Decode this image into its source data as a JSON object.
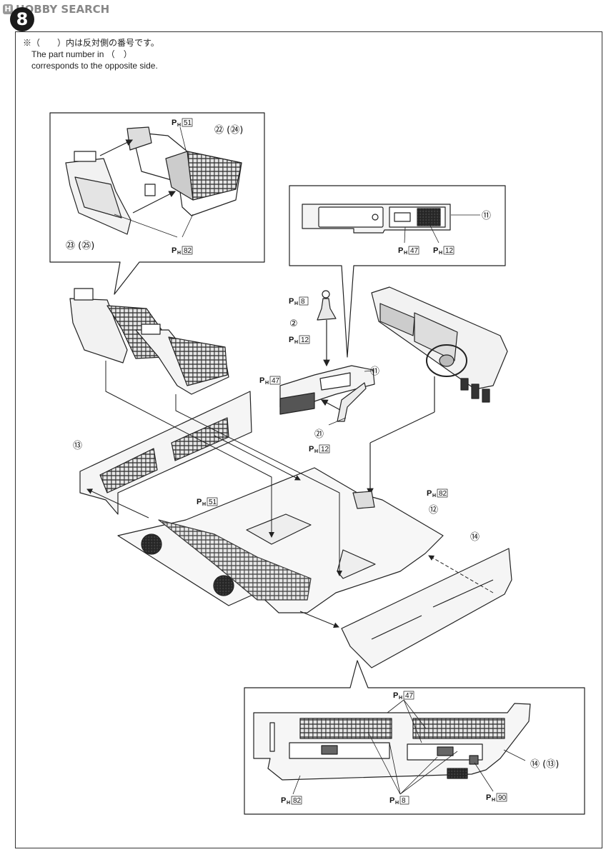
{
  "watermark": {
    "logo": "H",
    "text": "HOBBY SEARCH"
  },
  "step": {
    "number": "8"
  },
  "note": {
    "jp": "※（　　）内は反対側の番号です。",
    "en1": "The part number in （　）",
    "en2": "corresponds to the opposite side."
  },
  "ph_prefix": "P",
  "ph_sub": "H",
  "labels": {
    "p22_24": "㉒ (㉔)",
    "p23_25": "㉓ (㉕)",
    "p11_top": "⑪",
    "p11_mid": "⑪",
    "p2": "②",
    "p21": "㉑",
    "p13": "⑬",
    "p12": "⑫",
    "p14": "⑭",
    "p14_13": "⑭ (⑬)"
  },
  "ph": {
    "seat_top": "51",
    "seat_bottom": "82",
    "console_box_47": "47",
    "console_box_12": "12",
    "shifter_8": "8",
    "shifter_12": "12",
    "console_47": "47",
    "console_12": "12",
    "floor_51": "51",
    "floor_82": "82",
    "detail_47": "47",
    "detail_82": "82",
    "detail_8": "8",
    "detail_90": "90"
  }
}
